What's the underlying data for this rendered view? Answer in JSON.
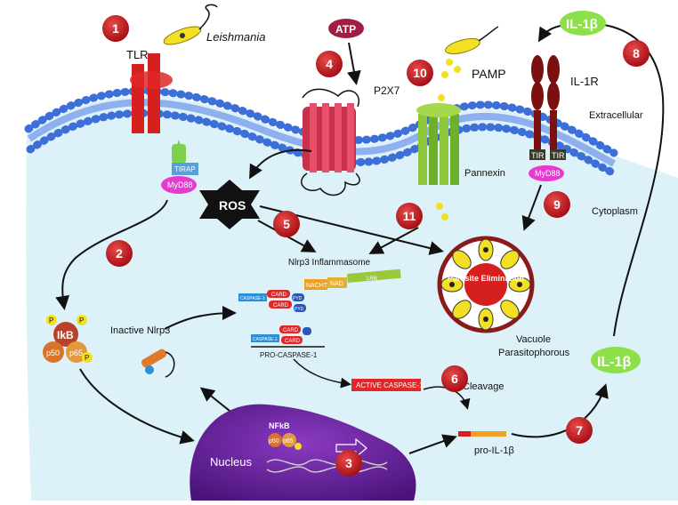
{
  "steps": [
    "1",
    "2",
    "3",
    "4",
    "5",
    "6",
    "7",
    "8",
    "9",
    "10",
    "11"
  ],
  "labels": {
    "tlr": "TLR",
    "leishmania": "Leishmania",
    "atp": "ATP",
    "p2x7": "P2X7",
    "pamp": "PAMP",
    "il1b_top": "IL-1β",
    "il1r": "IL-1R",
    "extracellular": "Extracellular",
    "cytoplasm": "Cytoplasm",
    "tirap": "TIRAP",
    "myd88_left": "MyD88",
    "myd88_right": "MyD88",
    "tir_left": "TIR",
    "tir_right": "TIR",
    "ros": "ROS",
    "pannexin": "Pannexin",
    "nlrp3_inflammasome": "Nlrp3 Inflammasome",
    "inactive_nlrp3": "Inactive Nlrp3",
    "pro_caspase": "PRO-CASPASE-1",
    "active_caspase": "ACTIVE CASPASE-1",
    "cleavage": "Cleavage",
    "pro_il1b": "pro-IL-1β",
    "il1b_mid": "IL-1β",
    "vacuole": "Vacuole",
    "parasitophorous": "Parasitophorous",
    "parasite_elimination": "Parasite Elimination",
    "nucleus": "Nucleus",
    "nfkb": "NFkB",
    "ikb": "IkB",
    "p50": "p50",
    "p65": "p65",
    "p": "P",
    "card": "CARD",
    "pyd": "PYD",
    "nacht": "NACHT",
    "nad": "NAD",
    "lrr": "LRR",
    "caspase1_small": "CASPASE-1"
  },
  "colors": {
    "step_badge": "#c0161c",
    "membrane_bead": "#3d6fd8",
    "cell_fill": "#dcf2f8",
    "nucleus": "#6a22a0",
    "il1b": "#8ee04a",
    "ros": "#111111",
    "myd88": "#e63ad0",
    "atp": "#a01e42",
    "vacuole_ring": "#8b1a1a",
    "parasite": "#f3e022"
  }
}
